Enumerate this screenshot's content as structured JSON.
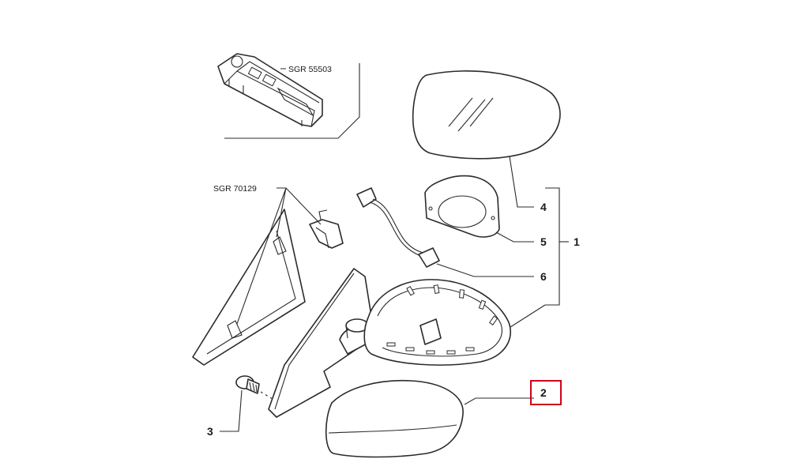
{
  "diagram": {
    "references": {
      "switch_panel": "SGR 55503",
      "triangle_cover": "SGR 70129"
    },
    "callouts": {
      "assembly": "1",
      "outer_cover": "2",
      "screw": "3",
      "glass": "4",
      "actuator": "5",
      "wire_harness": "6"
    },
    "highlight": {
      "callout": "2",
      "color": "#d0021b"
    },
    "colors": {
      "line": "#2b2b2b",
      "background": "#ffffff"
    }
  }
}
